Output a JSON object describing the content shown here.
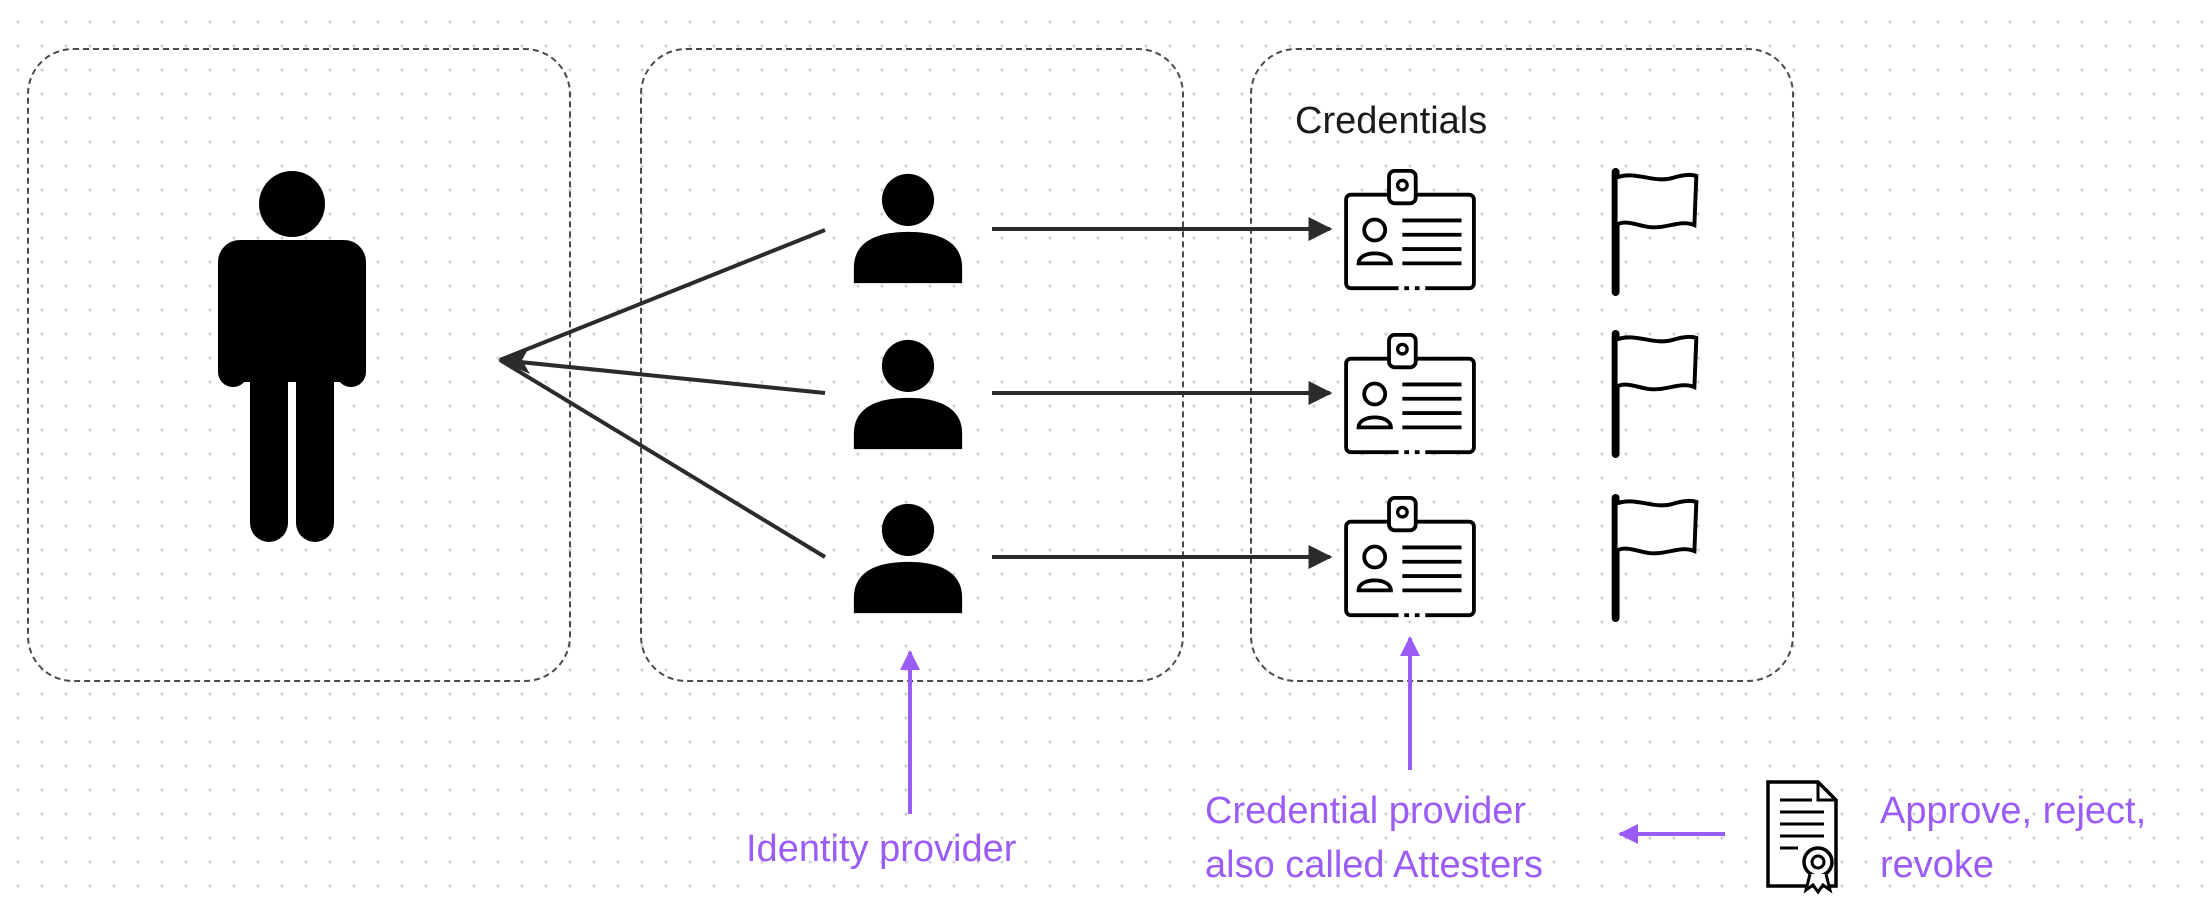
{
  "diagram": {
    "credentials_title": "Credentials",
    "identity_provider_label": "Identity provider",
    "credential_provider_line1": "Credential provider",
    "credential_provider_line2": "also called Attesters",
    "approve_line1": "Approve, reject,",
    "approve_line2": "revoke",
    "icons": {
      "person": "person-icon",
      "identity": "user-profile-icon",
      "credential": "id-badge-icon",
      "flag": "flag-icon",
      "certificate": "certificate-document-icon"
    },
    "colors": {
      "accent": "#9b5cf5",
      "stroke": "#2b2b2b",
      "icon": "#000000"
    }
  }
}
